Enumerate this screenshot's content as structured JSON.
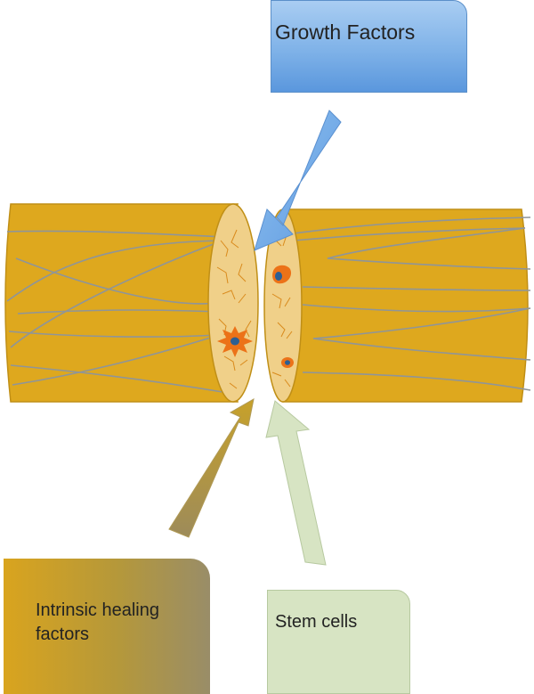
{
  "labels": {
    "growth_factors": "Growth Factors",
    "intrinsic_healing": "Intrinsic healing factors",
    "stem_cells": "Stem cells"
  },
  "colors": {
    "tendon_fill": "#dea81e",
    "tendon_stroke": "#c08f16",
    "cut_face": "#f0d089",
    "fiber_line": "#8f9599",
    "fibril": "#d98a1c",
    "cell_orange": "#ec7218",
    "cell_nucleus": "#2d5f93",
    "growth_arrow": "#72abe6",
    "intrinsic_arrow_top": "#c7a12a",
    "intrinsic_arrow_bottom": "#9d8b5a",
    "stem_arrow": "#d7e4c3"
  },
  "icons": [
    "growth-factors-arrow",
    "intrinsic-factors-arrow",
    "stem-cells-arrow",
    "activated-cell-icon",
    "cell-icon"
  ]
}
